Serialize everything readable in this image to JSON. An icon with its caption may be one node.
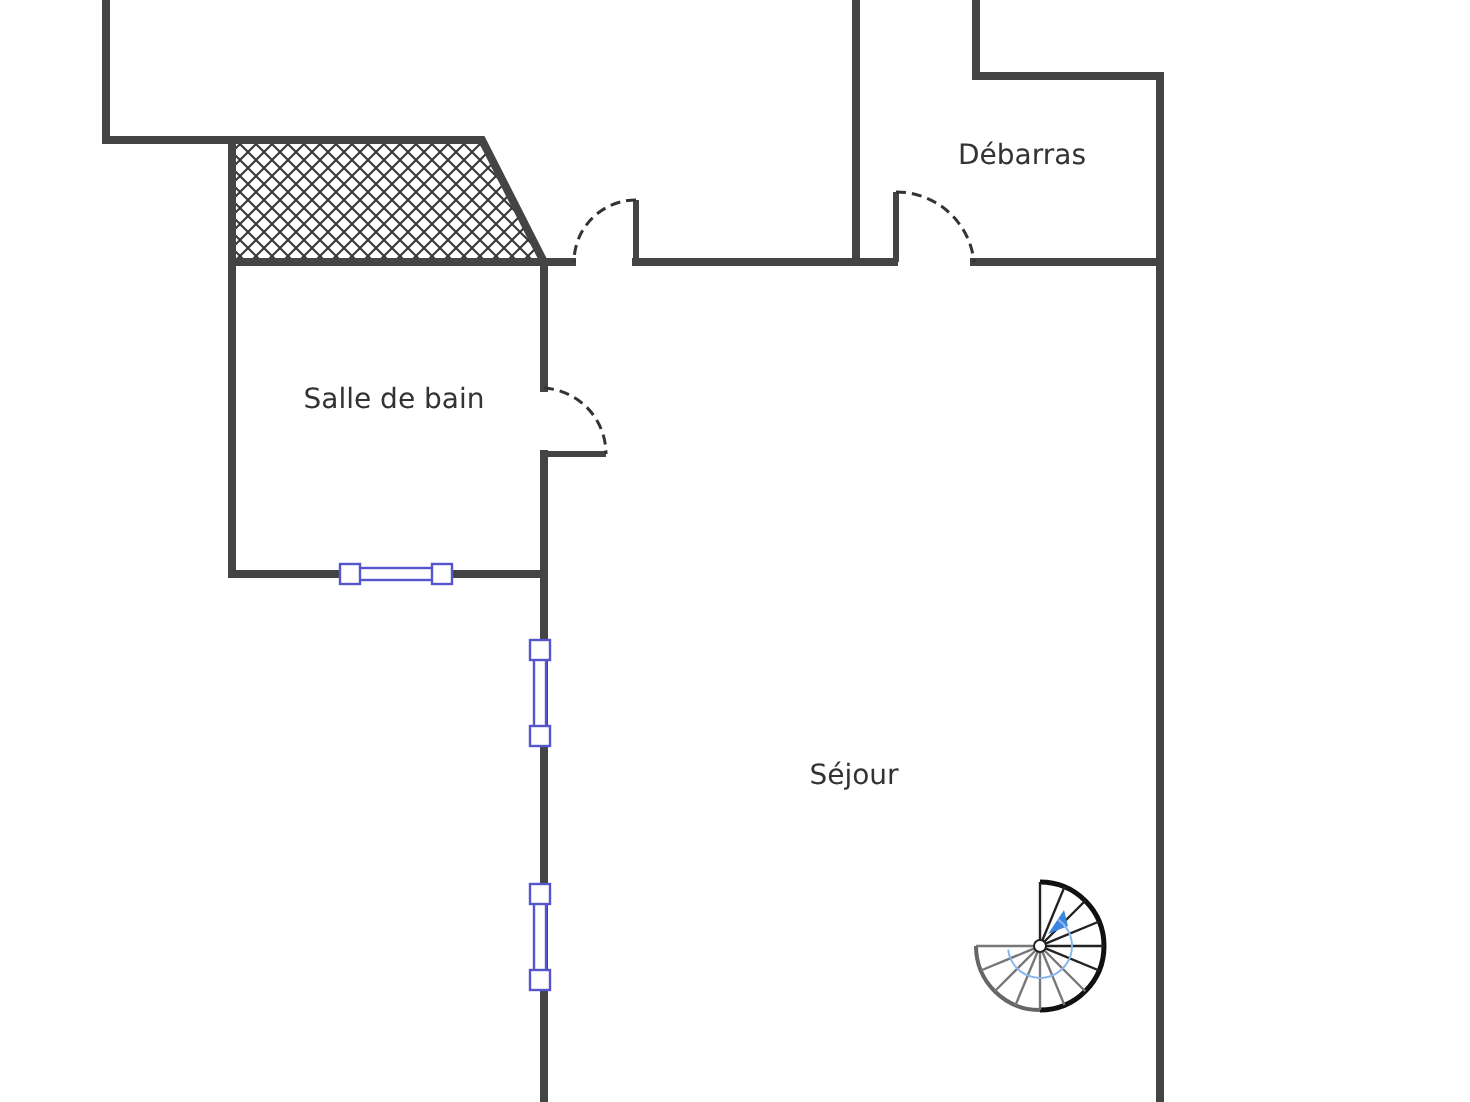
{
  "diagram": {
    "labels": [
      "Débarras",
      "Salle de bain",
      "Séjour"
    ]
  }
}
